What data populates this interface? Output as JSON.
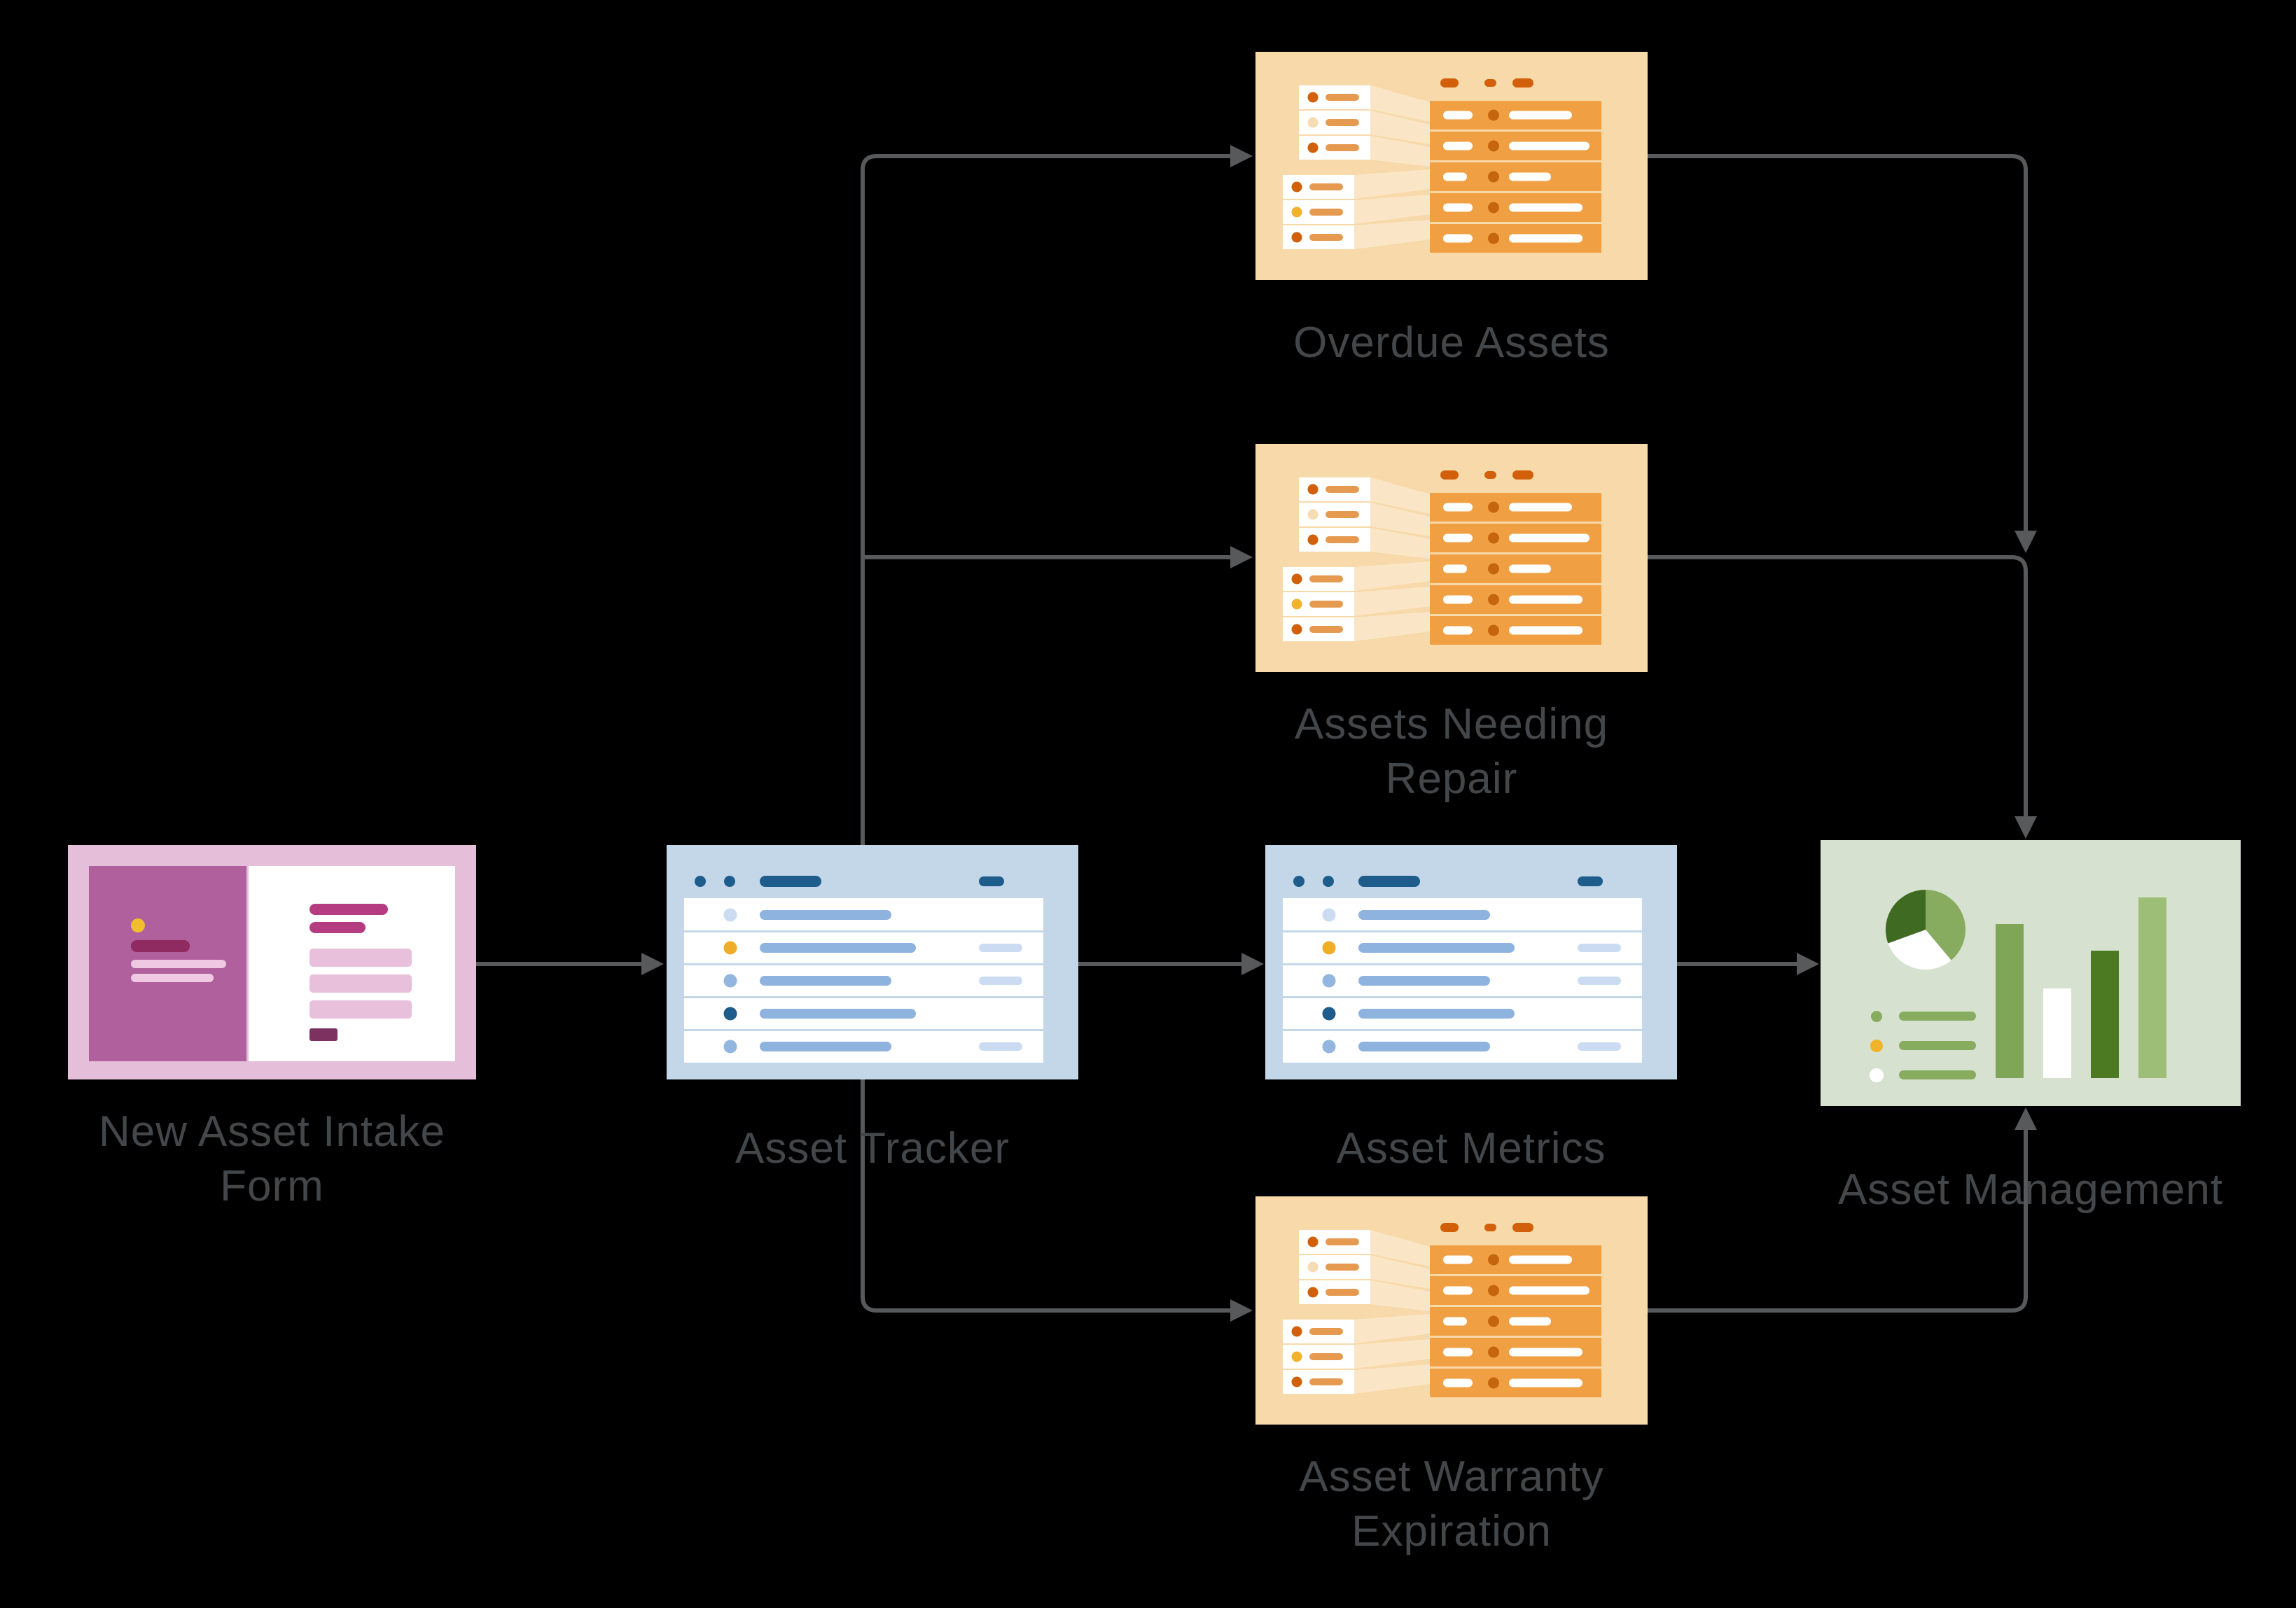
{
  "diagram": {
    "title": "",
    "background_color": "#000000",
    "connector_color": "#58595B",
    "label_color": "#43474A",
    "nodes": [
      {
        "id": "new-asset-intake-form",
        "label_lines": [
          "New Asset Intake",
          "Form"
        ],
        "illustration": "form-icon",
        "colors": {
          "frame": "#E5BED9",
          "panel": "#B0609C",
          "dark_bar": "#8F2B61",
          "bright_bar": "#B53C80",
          "pale_bar": "#E8C0DC",
          "accent_dot": "#F0BE2E",
          "plum_bar": "#7C3160"
        }
      },
      {
        "id": "asset-tracker",
        "label_lines": [
          "Asset Tracker"
        ],
        "illustration": "list-icon",
        "colors": {
          "frame": "#C3D7E9",
          "header": "#1E5C8C",
          "row_line": "#8FB3DF",
          "pale": "#CBDCF2",
          "accent_dot": "#F0AD27",
          "mid_dot": "#92B6E0"
        }
      },
      {
        "id": "overdue-assets",
        "label_lines": [
          "Overdue Assets"
        ],
        "illustration": "record-match-icon",
        "colors": {
          "frame": "#F8D9A9",
          "table_row": "#F0A042",
          "table_dot": "#C5660F",
          "dash": "#D2600A",
          "card_line": "#E59A50",
          "accent_dot": "#F0B32A",
          "cream_dot": "#F5DCB5"
        }
      },
      {
        "id": "assets-needing-repair",
        "label_lines": [
          "Assets Needing",
          "Repair"
        ],
        "illustration": "record-match-icon",
        "colors": {
          "frame": "#F8D9A9",
          "table_row": "#F0A042",
          "table_dot": "#C5660F",
          "dash": "#D2600A",
          "card_line": "#E59A50",
          "accent_dot": "#F0B32A",
          "cream_dot": "#F5DCB5"
        }
      },
      {
        "id": "asset-metrics",
        "label_lines": [
          "Asset Metrics"
        ],
        "illustration": "list-icon",
        "colors": {
          "frame": "#C3D7E9",
          "header": "#1E5C8C",
          "row_line": "#8FB3DF",
          "pale": "#CBDCF2",
          "accent_dot": "#F0AD27",
          "mid_dot": "#92B6E0"
        }
      },
      {
        "id": "asset-warranty-expiration",
        "label_lines": [
          "Asset Warranty",
          "Expiration"
        ],
        "illustration": "record-match-icon",
        "colors": {
          "frame": "#F8D9A9",
          "table_row": "#F0A042",
          "table_dot": "#C5660F",
          "dash": "#D2600A",
          "card_line": "#E59A50",
          "accent_dot": "#F0B32A",
          "cream_dot": "#F5DCB5"
        }
      },
      {
        "id": "asset-management",
        "label_lines": [
          "Asset Management"
        ],
        "illustration": "analytics-dashboard-icon",
        "colors": {
          "frame": "#D6E2CF",
          "pie_dark": "#3E6A22",
          "pie_mid": "#87AC5F",
          "bar_mid": "#7FA557",
          "bar_dark": "#4C7A22",
          "bar_light": "#9DBE76",
          "legend_line": "#87AC5F",
          "accent_dot": "#F0B32A"
        }
      }
    ],
    "edges": [
      {
        "from": "new-asset-intake-form",
        "to": "asset-tracker"
      },
      {
        "from": "asset-tracker",
        "to": "overdue-assets"
      },
      {
        "from": "asset-tracker",
        "to": "assets-needing-repair"
      },
      {
        "from": "asset-tracker",
        "to": "asset-metrics"
      },
      {
        "from": "asset-tracker",
        "to": "asset-warranty-expiration"
      },
      {
        "from": "overdue-assets",
        "to": "asset-management"
      },
      {
        "from": "assets-needing-repair",
        "to": "asset-management"
      },
      {
        "from": "asset-metrics",
        "to": "asset-management"
      },
      {
        "from": "asset-warranty-expiration",
        "to": "asset-management"
      }
    ]
  }
}
